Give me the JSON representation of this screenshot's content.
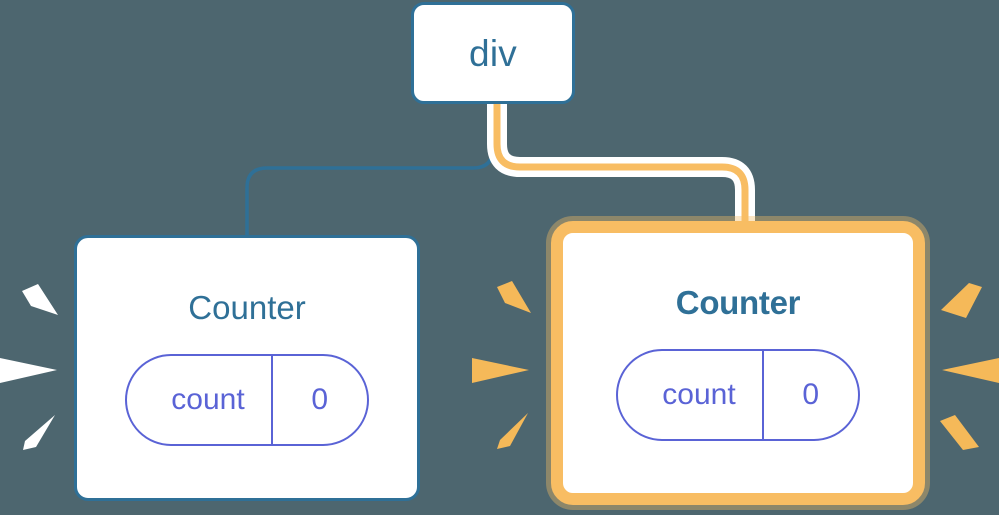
{
  "diagram": {
    "title": "React component tree with highlighted re-render",
    "background_color": "#4d666f",
    "colors": {
      "node_border_blue": "#2f7097",
      "node_text_blue": "#2f7097",
      "state_pill_purple": "#5a63d6",
      "highlight_amber": "#f8bd63",
      "highlight_halo": "#fbdcad",
      "wire_blue": "#2f7097",
      "wire_amber": "#f8bd63",
      "wire_halo_white": "#ffffff",
      "sparkle_white": "#ffffff",
      "sparkle_amber": "#f5b959",
      "node_fill": "#ffffff"
    }
  },
  "nodes": {
    "root": {
      "label": "div",
      "highlighted": false
    },
    "left_child": {
      "label": "Counter",
      "highlighted": false,
      "state": {
        "key": "count",
        "value": "0"
      }
    },
    "right_child": {
      "label": "Counter",
      "highlighted": true,
      "state": {
        "key": "count",
        "value": "0"
      }
    }
  },
  "connectors": [
    {
      "name": "root-to-left-child",
      "style": "plain",
      "color": "#2f7097"
    },
    {
      "name": "root-to-right-child",
      "style": "highlighted",
      "color": "#f8bd63",
      "halo": "#ffffff"
    }
  ],
  "sparkle_groups": [
    {
      "name": "left-outer-sparkles",
      "color": "#ffffff",
      "count": 3,
      "direction": "left"
    },
    {
      "name": "middle-sparkles",
      "color": "#f5b959",
      "count": 3,
      "direction": "left"
    },
    {
      "name": "right-sparkles",
      "color": "#f5b959",
      "count": 3,
      "direction": "right"
    }
  ]
}
